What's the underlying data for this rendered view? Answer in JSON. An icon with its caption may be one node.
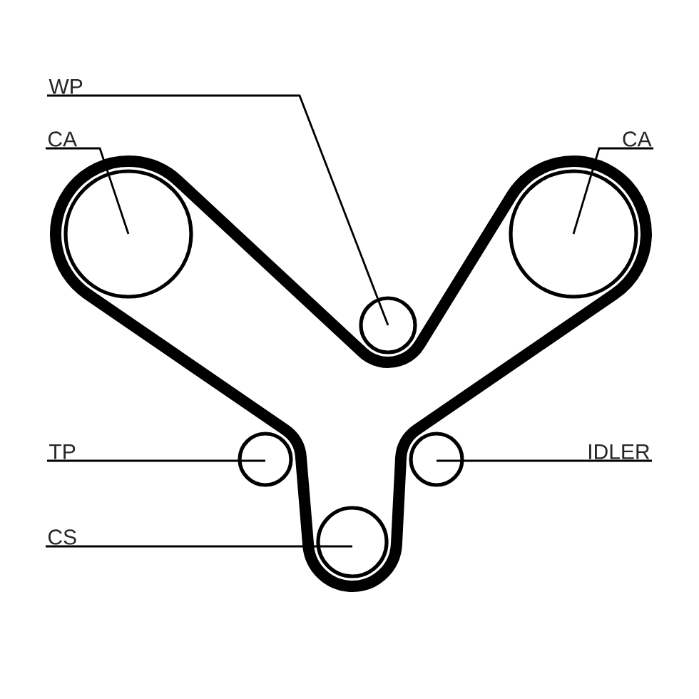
{
  "diagram": {
    "nodes": [
      {
        "text": [
          "WP"
        ]
      },
      {
        "text": [
          "CA"
        ]
      },
      {
        "text": [
          "CA"
        ]
      },
      {
        "text": [],
        "shape": "circle"
      },
      {
        "text": [],
        "shape": "circle"
      },
      {
        "text": [],
        "shape": "circle"
      },
      {
        "text": [
          "TP"
        ]
      },
      {
        "text": [],
        "shape": "circle"
      },
      {
        "text": [],
        "shape": "circle"
      },
      {
        "text": [
          "IDLER"
        ]
      },
      {
        "text": [
          "CS"
        ]
      },
      {
        "text": [],
        "shape": "circle"
      }
    ],
    "edges": [
      {
        "from": 0,
        "to": 4,
        "arrow": "none"
      },
      {
        "from": 1,
        "to": 3,
        "arrow": "none"
      },
      {
        "from": 2,
        "to": 5,
        "arrow": "none"
      },
      {
        "from": 6,
        "to": 7,
        "arrow": "none"
      },
      {
        "from": 9,
        "to": 8,
        "arrow": "none"
      },
      {
        "from": 10,
        "to": 11,
        "arrow": "none"
      }
    ]
  }
}
